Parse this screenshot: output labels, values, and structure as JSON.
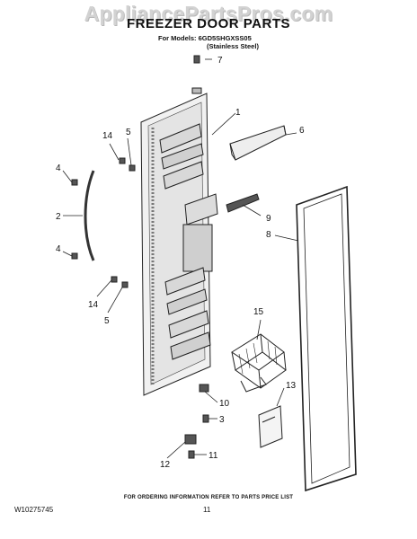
{
  "watermark": "AppliancePartsPros.com",
  "title": "FREEZER DOOR PARTS",
  "subtitle": {
    "models": "For Models: 6GD5SHGXSS05",
    "variant": "(Stainless Steel)"
  },
  "callouts": {
    "c1": "1",
    "c2": "2",
    "c3": "3",
    "c4a": "4",
    "c4b": "4",
    "c5a": "5",
    "c5b": "5",
    "c6": "6",
    "c7": "7",
    "c8": "8",
    "c9": "9",
    "c10": "10",
    "c11": "11",
    "c12": "12",
    "c13": "13",
    "c14a": "14",
    "c14b": "14",
    "c15": "15"
  },
  "footer": {
    "note": "FOR ORDERING INFORMATION REFER TO PARTS PRICE LIST",
    "doc_number": "W10275745",
    "page_number": "11"
  }
}
